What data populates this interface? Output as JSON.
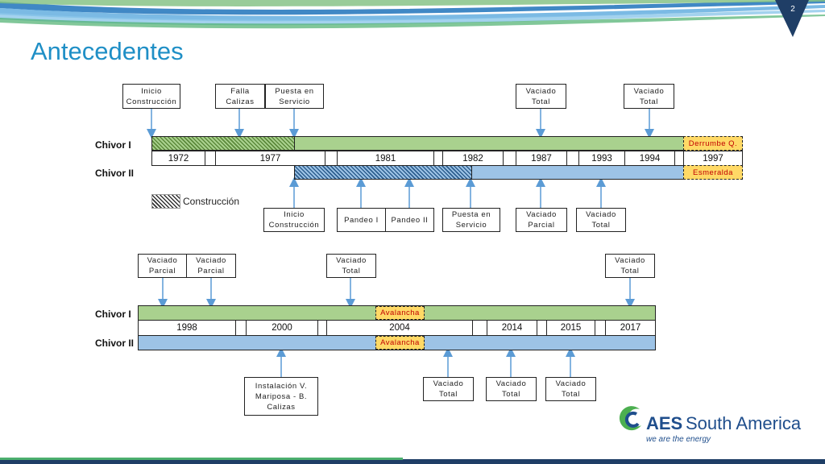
{
  "page": {
    "title": "Antecedentes",
    "page_number": "2"
  },
  "rows": {
    "chivor1": "Chivor I",
    "chivor2": "Chivor II"
  },
  "legend": {
    "label": "Construcción"
  },
  "timeline1": {
    "years": [
      "1972",
      "1977",
      "1981",
      "1982",
      "1987",
      "1993",
      "1994",
      "1997"
    ],
    "tag_top": "Derrumbe Q.",
    "tag_bottom": "Esmeralda",
    "top_events": [
      {
        "line1": "Inicio",
        "line2": "Construcción"
      },
      {
        "line1": "Falla",
        "line2": "Calizas"
      },
      {
        "line1": "Puesta en",
        "line2": "Servicio"
      },
      {
        "line1": "Vaciado",
        "line2": "Total"
      },
      {
        "line1": "Vaciado",
        "line2": "Total"
      }
    ],
    "bottom_events": [
      {
        "line1": "Inicio",
        "line2": "Construcción"
      },
      {
        "line1": "Pandeo I",
        "line2": ""
      },
      {
        "line1": "Pandeo II",
        "line2": ""
      },
      {
        "line1": "Puesta en",
        "line2": "Servicio"
      },
      {
        "line1": "Vaciado",
        "line2": "Parcial"
      },
      {
        "line1": "Vaciado",
        "line2": "Total"
      }
    ]
  },
  "timeline2": {
    "years": [
      "1998",
      "2000",
      "2004",
      "2014",
      "2015",
      "2017"
    ],
    "tag_top": "Avalancha",
    "tag_bottom": "Avalancha",
    "top_events": [
      {
        "line1": "Vaciado",
        "line2": "Parcial"
      },
      {
        "line1": "Vaciado",
        "line2": "Parcial"
      },
      {
        "line1": "Vaciado",
        "line2": "Total"
      },
      {
        "line1": "Vaciado",
        "line2": "Total"
      }
    ],
    "bottom_events": [
      {
        "line1": "Instalación V.",
        "line2": "Mariposa - B.",
        "line3": "Calizas"
      },
      {
        "line1": "Vaciado",
        "line2": "Total"
      },
      {
        "line1": "Vaciado",
        "line2": "Total"
      },
      {
        "line1": "Vaciado",
        "line2": "Total"
      }
    ]
  },
  "logo": {
    "brand": "AES",
    "region": "South America",
    "tagline": "we are the energy"
  },
  "colors": {
    "title_blue": "#1f8fc6",
    "chivor1_green": "#a9d18e",
    "chivor2_blue": "#9dc3e6",
    "event_yellow": "#ffd966",
    "arrow_blue": "#5b9bd5"
  }
}
